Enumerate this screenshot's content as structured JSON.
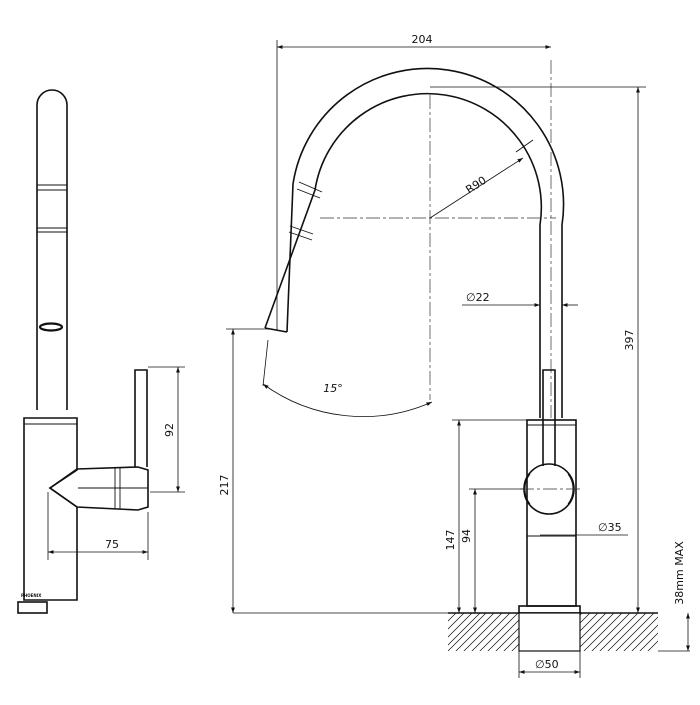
{
  "dimensions": {
    "overall_reach": "204",
    "arc_radius": "R90",
    "pipe_diameter": "22",
    "body_height": "397",
    "swing_angle": "15°",
    "spout_height": "217",
    "lever_height": "92",
    "lever_reach": "75",
    "base_to_handle_top": "147",
    "base_to_handle_center": "94",
    "handle_diameter": "35",
    "mounting_hole": "50",
    "bench_thickness": "38mm MAX"
  },
  "diameter_symbol": "∅",
  "brand_mark": "PHOENIX"
}
